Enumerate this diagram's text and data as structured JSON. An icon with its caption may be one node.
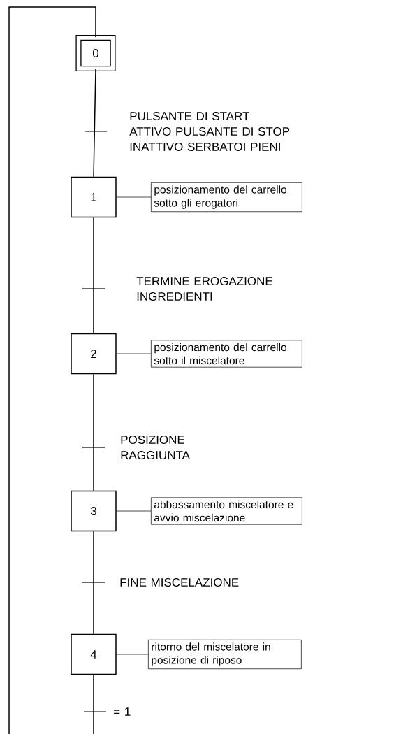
{
  "diagram": {
    "nodes": [
      {
        "text": [
          "0"
        ]
      },
      {
        "text": [
          "1"
        ]
      },
      {
        "text": [
          "posizionamento del carrello sotto gli erogatori"
        ]
      },
      {
        "text": [
          "2"
        ]
      },
      {
        "text": [
          "posizionamento del carrello sotto il miscelatore"
        ]
      },
      {
        "text": [
          "3"
        ]
      },
      {
        "text": [
          "abbassamento miscelatore e avvio miscelazione"
        ]
      },
      {
        "text": [
          "4"
        ]
      },
      {
        "text": [
          "ritorno del miscelatore in posizione di riposo"
        ]
      }
    ],
    "edges": [
      {
        "from": 0,
        "to": 1,
        "arrow": "none",
        "label": "PULSANTE DI START ATTIVO PULSANTE DI STOP INATTIVO SERBATOI PIENI"
      },
      {
        "from": 1,
        "to": 2,
        "arrow": "none"
      },
      {
        "from": 1,
        "to": 3,
        "arrow": "none",
        "label": "TERMINE EROGAZIONE INGREDIENTI"
      },
      {
        "from": 3,
        "to": 4,
        "arrow": "none"
      },
      {
        "from": 3,
        "to": 5,
        "arrow": "none",
        "label": "POSIZIONE RAGGIUNTA"
      },
      {
        "from": 5,
        "to": 6,
        "arrow": "none"
      },
      {
        "from": 5,
        "to": 7,
        "arrow": "none",
        "label": "FINE MISCELAZIONE"
      },
      {
        "from": 7,
        "to": 8,
        "arrow": "none"
      },
      {
        "from": 7,
        "to": 0,
        "arrow": "none",
        "label": "= 1"
      }
    ]
  }
}
